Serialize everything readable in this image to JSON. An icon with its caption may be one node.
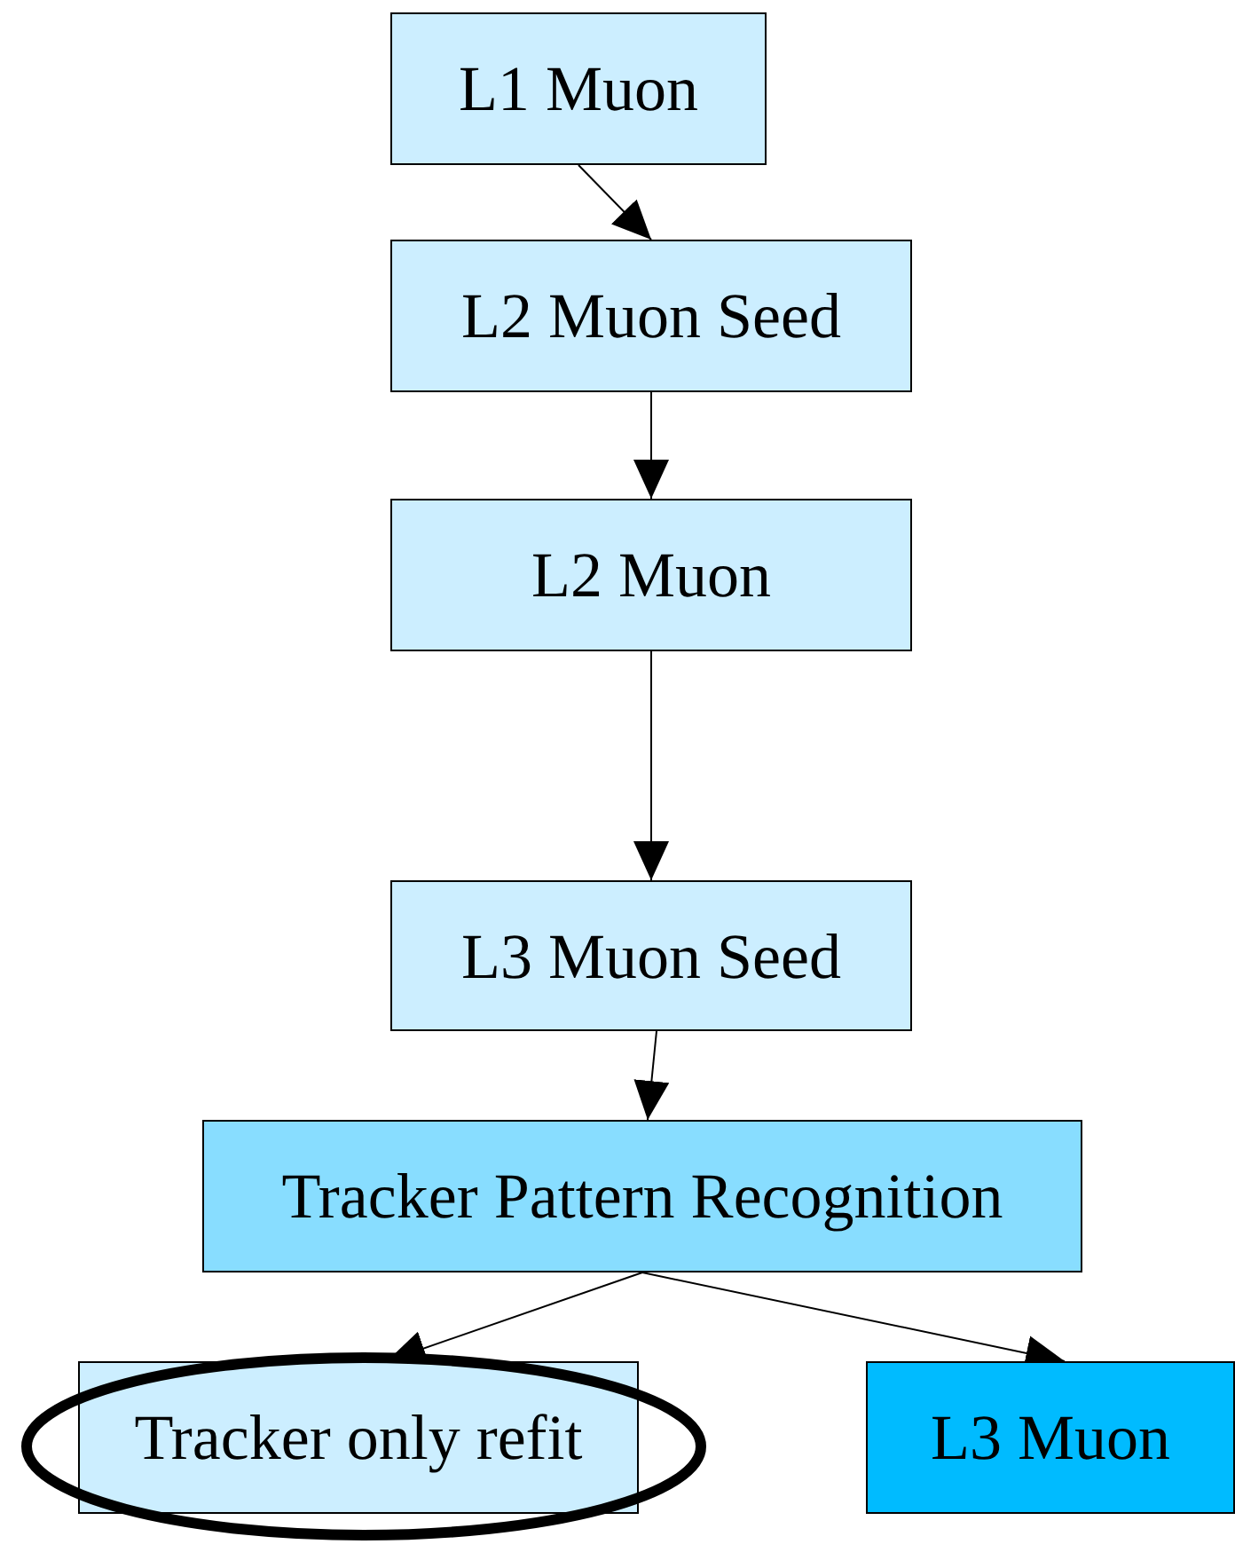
{
  "diagram": {
    "nodes": [
      {
        "text": [
          "L1 Muon"
        ]
      },
      {
        "text": [
          "L2 Muon Seed"
        ]
      },
      {
        "text": [
          "L2 Muon"
        ]
      },
      {
        "text": [
          "L3 Muon Seed"
        ]
      },
      {
        "text": [
          "Tracker Pattern Recognition"
        ]
      },
      {
        "text": [
          "Tracker only refit"
        ]
      },
      {
        "text": [
          "L3 Muon"
        ]
      }
    ],
    "edges": [
      {
        "from": 0,
        "to": 1,
        "arrow": "to"
      },
      {
        "from": 1,
        "to": 2,
        "arrow": "to"
      },
      {
        "from": 2,
        "to": 3,
        "arrow": "to"
      },
      {
        "from": 3,
        "to": 4,
        "arrow": "to"
      },
      {
        "from": 4,
        "to": 5,
        "arrow": "to"
      },
      {
        "from": 4,
        "to": 6,
        "arrow": "to"
      }
    ]
  }
}
